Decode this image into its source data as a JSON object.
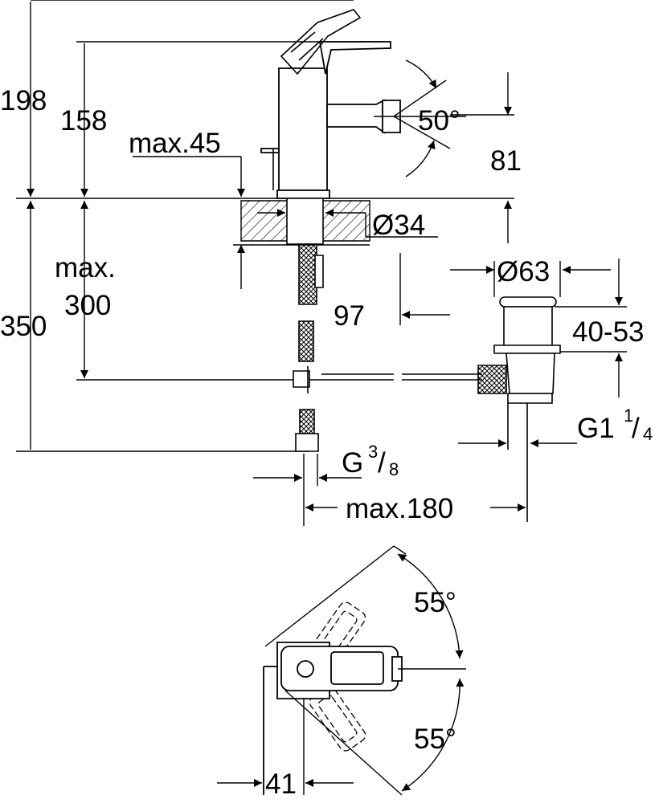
{
  "dimensions": {
    "d198": "198",
    "d158": "158",
    "d350": "350",
    "max45": "max.45",
    "max_label": "max.",
    "d300": "300",
    "d50deg": "50°",
    "d81": "81",
    "dia34": "Ø34",
    "dia63": "Ø63",
    "d97": "97",
    "d40_53": "40-53",
    "g114_base": "G1",
    "g114_num": "1",
    "g114_den": "4",
    "g38_base": "G",
    "g38_num": "3",
    "g38_den": "8",
    "max180": "max.180",
    "d55deg_top": "55°",
    "d55deg_bottom": "55°",
    "d41": "41"
  },
  "colors": {
    "line": "#000000",
    "background": "#ffffff",
    "hatch": "#000000"
  }
}
